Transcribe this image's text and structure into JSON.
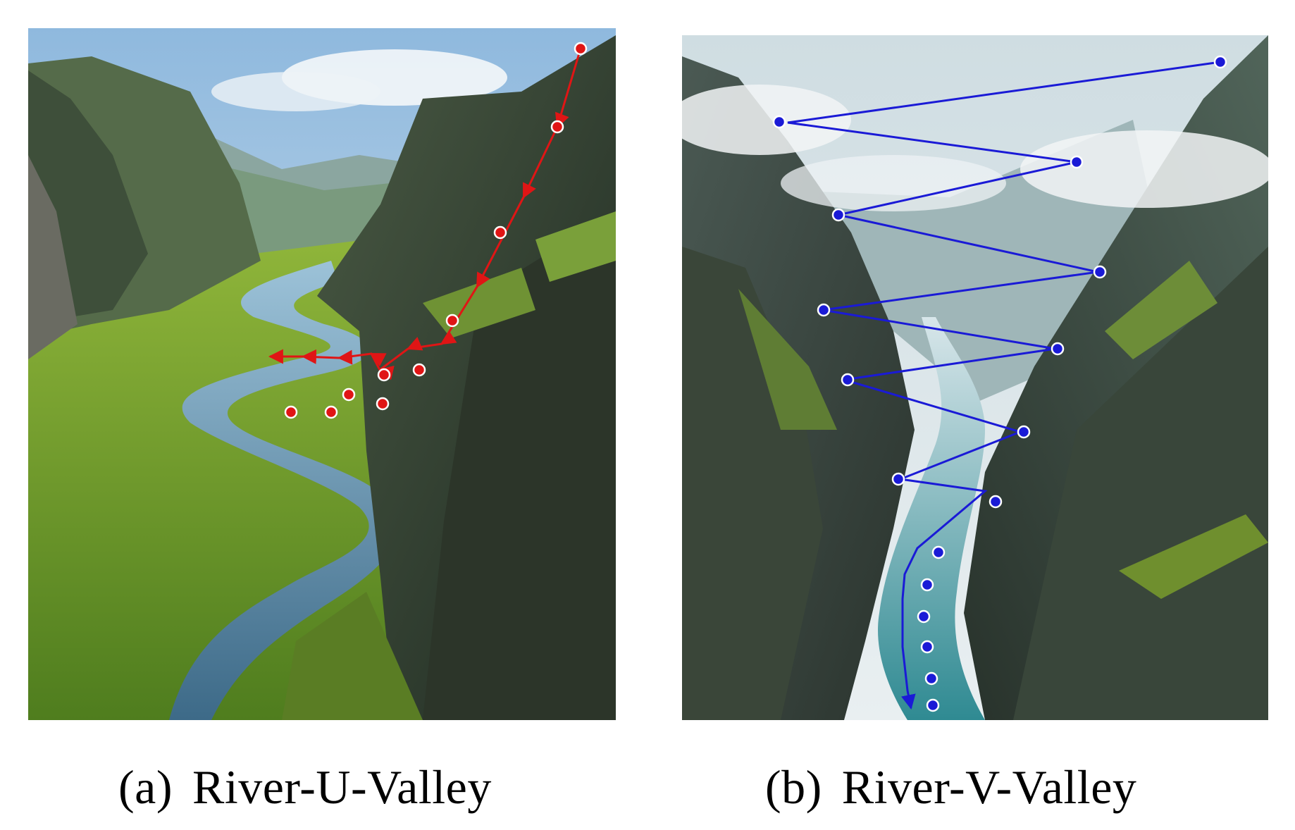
{
  "panels": [
    {
      "id": "a",
      "tag": "(a)",
      "title": "River-U-Valley",
      "path_color": "#e01515",
      "scene": "u-shaped-valley-photo"
    },
    {
      "id": "b",
      "tag": "(b)",
      "title": "River-V-Valley",
      "path_color": "#1a1ad6",
      "scene": "v-shaped-valley-photo"
    }
  ]
}
